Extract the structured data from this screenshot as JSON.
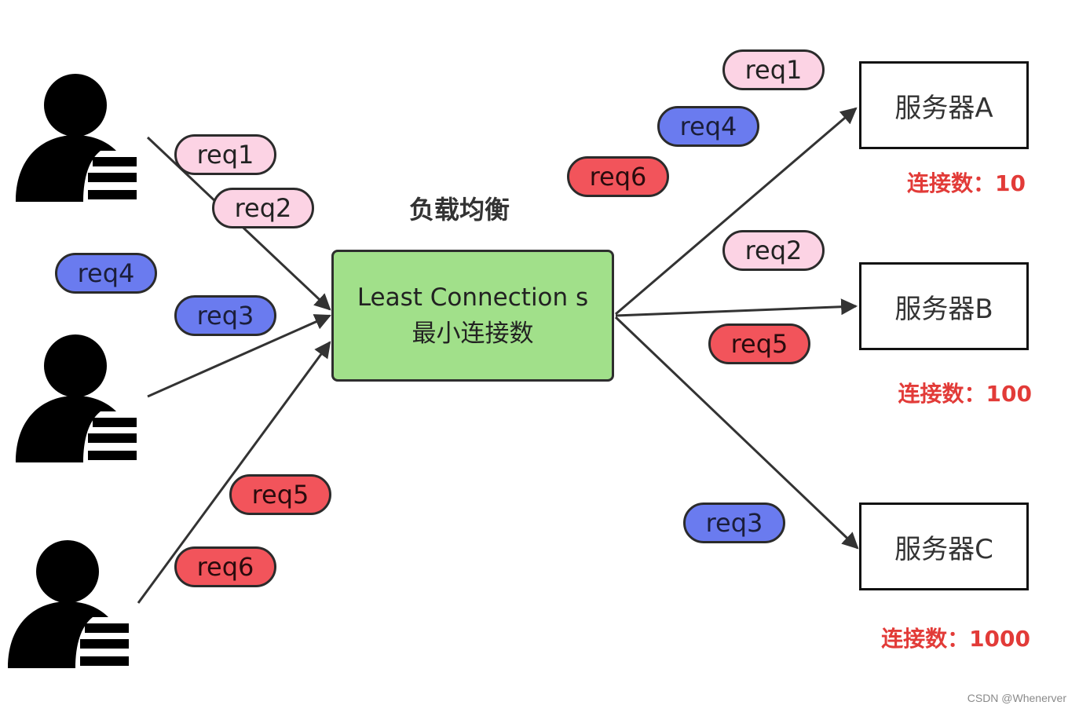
{
  "load_balancer": {
    "title": "负载均衡",
    "label": "Least Connection s 最小连接数"
  },
  "users": [
    {
      "icon": "user-icon"
    },
    {
      "icon": "user-icon"
    },
    {
      "icon": "user-icon"
    }
  ],
  "incoming_requests": [
    {
      "label": "req1",
      "color": "#fcd3e4"
    },
    {
      "label": "req2",
      "color": "#fcd3e4"
    },
    {
      "label": "req4",
      "color": "#6a7bef"
    },
    {
      "label": "req3",
      "color": "#6a7bef"
    },
    {
      "label": "req5",
      "color": "#f2545b"
    },
    {
      "label": "req6",
      "color": "#f2545b"
    }
  ],
  "outgoing_requests": [
    {
      "label": "req1",
      "color": "#fcd3e4"
    },
    {
      "label": "req4",
      "color": "#6a7bef"
    },
    {
      "label": "req6",
      "color": "#f2545b"
    },
    {
      "label": "req2",
      "color": "#fcd3e4"
    },
    {
      "label": "req5",
      "color": "#f2545b"
    },
    {
      "label": "req3",
      "color": "#6a7bef"
    }
  ],
  "servers": [
    {
      "name": "服务器A",
      "connections": "连接数：10"
    },
    {
      "name": "服务器B",
      "connections": "连接数：100"
    },
    {
      "name": "服务器C",
      "connections": "连接数：1000"
    }
  ],
  "watermark": "CSDN @Whenerver",
  "colors": {
    "box_fill": "#a1e08a",
    "pink": "#fcd3e4",
    "blue": "#6a7bef",
    "red": "#f2545b",
    "connections_text": "#e23b38"
  }
}
